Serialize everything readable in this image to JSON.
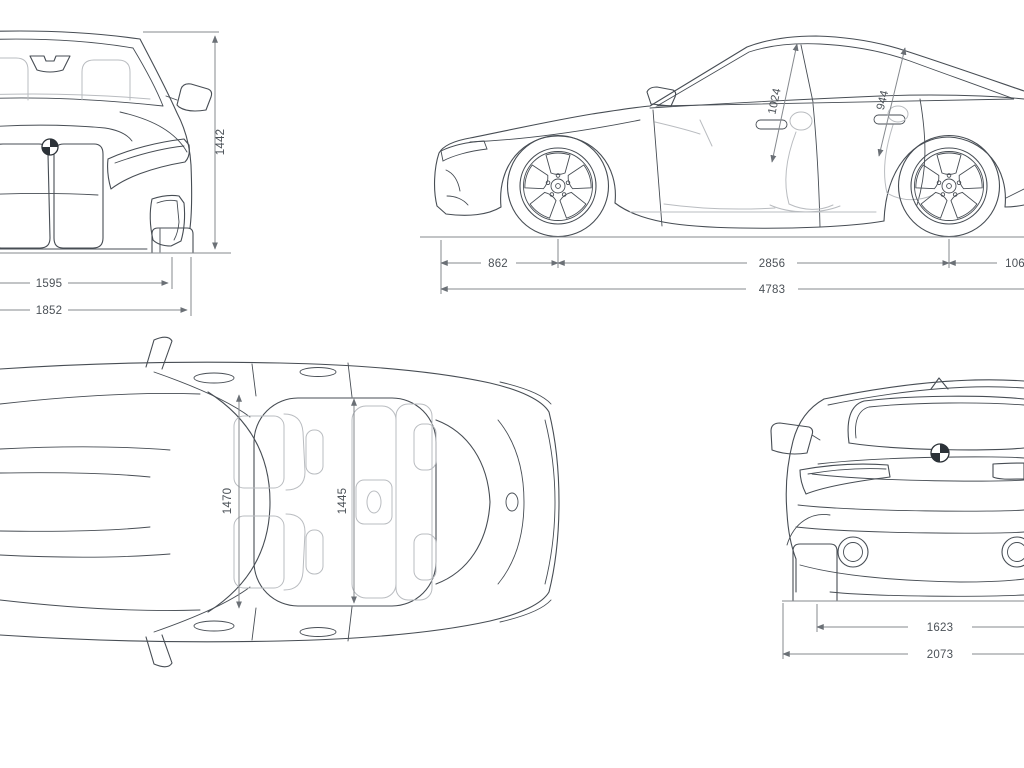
{
  "colors": {
    "background": "#ffffff",
    "body_outline": "#474d54",
    "interior_lines": "#b9bcc0",
    "dimension_lines": "#85898e",
    "dimension_text": "#4b5157",
    "logo_dark": "#2c3238"
  },
  "views": {
    "front": {
      "dims": {
        "height": "1442",
        "track": "1595",
        "width": "1852"
      }
    },
    "side": {
      "dims": {
        "front_headroom": "1024",
        "rear_headroom": "944",
        "front_overhang": "862",
        "wheelbase": "2856",
        "rear_overhang": "106",
        "length": "4783"
      }
    },
    "top": {
      "dims": {
        "front_interior_width": "1470",
        "rear_interior_width": "1445"
      }
    },
    "rear": {
      "dims": {
        "track": "1623",
        "width_with_mirrors": "2073"
      }
    }
  }
}
